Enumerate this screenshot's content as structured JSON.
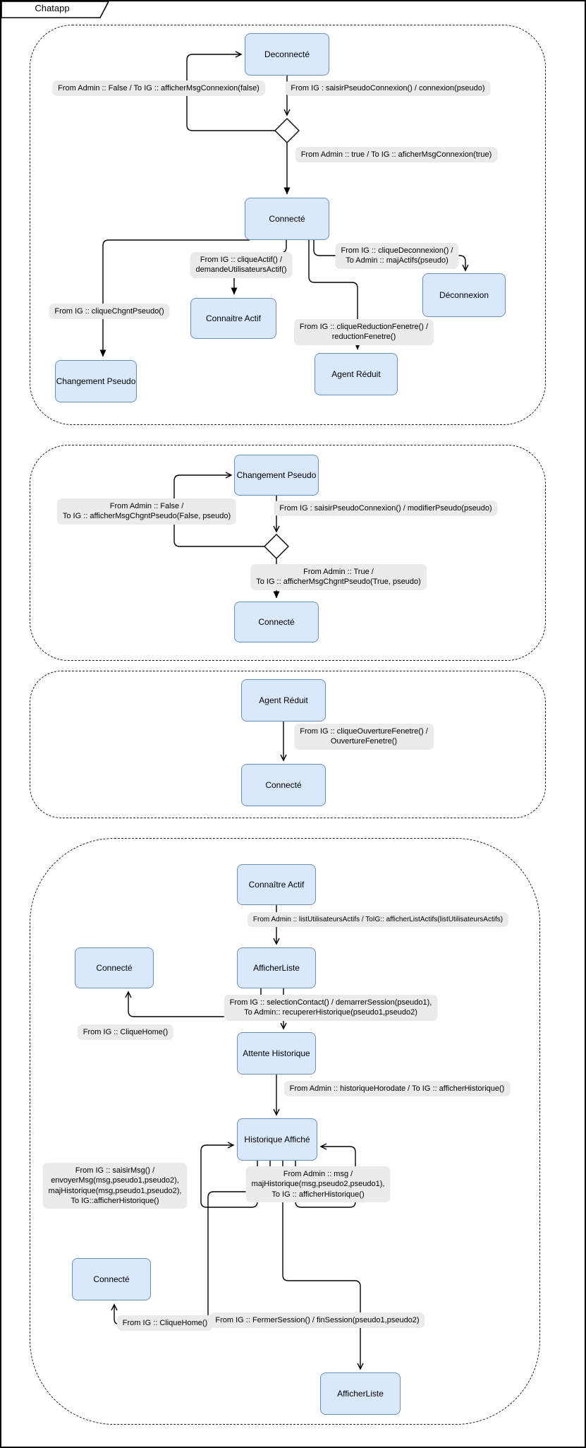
{
  "frame": {
    "title": "Chatapp"
  },
  "colors": {
    "state_fill": "#dae8fc",
    "state_border": "#6c8ebf",
    "label_bg": "#ebebeb",
    "connector": "#000000",
    "background": "#ffffff"
  },
  "diagram": {
    "sections": [
      {
        "id": "connexion",
        "states": [
          "Deconnecté",
          "Connecté",
          "Connaitre Actif",
          "Changement Pseudo",
          "Déconnexion",
          "Agent Réduit"
        ],
        "transitions": [
          [
            "From Admin :: False  / To IG :: afficherMsgConnexion(false)"
          ],
          [
            "From IG : saisirPseudoConnexion() / connexion(pseudo)"
          ],
          [
            "From Admin :: true  / To IG :: aficherMsgConnexion(true)"
          ],
          [
            "From IG :: cliqueActif() /",
            "demandeUtilisateursActif()"
          ],
          [
            "From IG :: cliqueDeconnexion() /",
            "To Admin :: majActifs(pseudo)"
          ],
          [
            "From IG :: cliqueChgntPseudo()"
          ],
          [
            "From IG :: cliqueReductionFenetre() /",
            "reductionFenetre()"
          ]
        ]
      },
      {
        "id": "changement-pseudo",
        "states": [
          "Changement Pseudo",
          "Connecté"
        ],
        "transitions": [
          [
            "From Admin :: False /",
            "To IG :: afficherMsgChgntPseudo(False, pseudo)"
          ],
          [
            "From IG : saisirPseudoConnexion() / modifierPseudo(pseudo)"
          ],
          [
            "From Admin :: True /",
            "To IG :: afficherMsgChgntPseudo(True, pseudo)"
          ]
        ]
      },
      {
        "id": "agent-reduit",
        "states": [
          "Agent Réduit",
          "Connecté"
        ],
        "transitions": [
          [
            "From IG :: cliqueOuvertureFenetre() /",
            "OuvertureFenetre()"
          ]
        ]
      },
      {
        "id": "session",
        "states": [
          "Connaître Actif",
          "AfficherListe",
          "Connecté",
          "Attente Historique",
          "Historique Affiché",
          "Connecté",
          "AfficherListe"
        ],
        "transitions": [
          [
            "From Admin :: listUtilisateursActifs / ToIG:: afficherListActifs(listUtilisateursActifs)"
          ],
          [
            "From IG :: selectionContact() / demarrerSession(pseudo1),",
            "To Admin:: recupererHistorique(pseudo1,pseudo2)"
          ],
          [
            "From IG :: CliqueHome()"
          ],
          [
            "From Admin :: historiqueHorodate / To IG :: afficherHistorique()"
          ],
          [
            "From IG :: saisirMsg() /",
            "envoyerMsg(msg,pseudo1,pseudo2),",
            "majHistorique(msg,pseudo1,pseudo2),",
            "To IG::afficherHistorique()"
          ],
          [
            "From Admin :: msg /",
            "majHistorique(msg,pseudo2,pseudo1),",
            "To IG :: afficherHistorique()"
          ],
          [
            "From IG :: CliqueHome()"
          ],
          [
            "From IG :: FermerSession() / finSession(pseudo1,pseudo2)"
          ]
        ]
      }
    ]
  }
}
